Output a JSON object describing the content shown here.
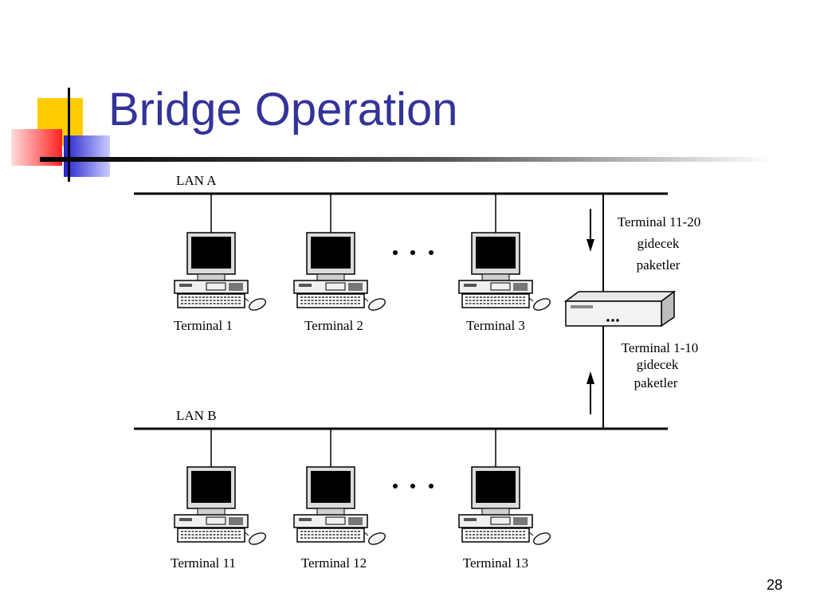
{
  "slide": {
    "title": "Bridge Operation",
    "page_number": "28"
  },
  "diagram": {
    "lan_a": {
      "label": "LAN A",
      "terminals": [
        "Terminal 1",
        "Terminal 2",
        "Terminal 3"
      ]
    },
    "lan_b": {
      "label": "LAN B",
      "terminals": [
        "Terminal 11",
        "Terminal 12",
        "Terminal 13"
      ]
    },
    "annotation_top": [
      "Terminal 11-20",
      "gidecek",
      "paketler"
    ],
    "annotation_bottom": [
      "Terminal 1-10",
      "gidecek",
      "paketler"
    ]
  },
  "colors": {
    "title": "#333399",
    "accent_yellow": "#ffcc00",
    "accent_blue": "#3333cc",
    "accent_red": "#ff3333"
  }
}
